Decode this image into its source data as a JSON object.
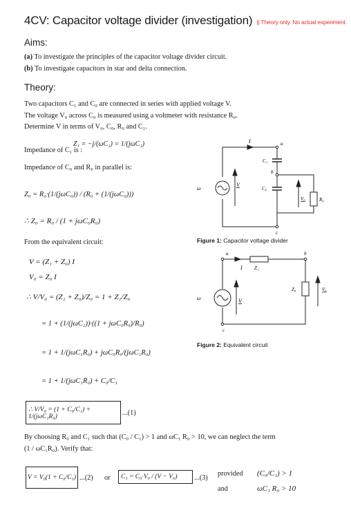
{
  "title": "4CV: Capacitor voltage divider (investigation)",
  "title_note": "|| Theory only.  No actual experiment.",
  "aims_heading": "Aims:",
  "aims": [
    {
      "tag": "(a)",
      "text": "To investigate the principles of the capacitor voltage divider circuit."
    },
    {
      "tag": "(b)",
      "text": "To investigate capacitors in star and delta connection."
    }
  ],
  "theory_heading": "Theory:",
  "theory_lines": [
    "Two capacitors C₁ and C₀ are connected in series with applied voltage V.",
    "The voltage V₀ across C₀ is measured using a voltmeter with resistance R₀.",
    "Determine V in terms of V₀, C₀, R₀ and C₁."
  ],
  "impedance_c1_label": "Impedance of C₁ is :",
  "impedance_c1_formula": "Z₁ = −j/(ωC₁) = 1/(jωC₁)",
  "impedance_parallel_label": "Impedance of C₀ and R₀ in parallel is:",
  "z0_formula_1": "Z₀ = R₀·(1/(jωC₀)) / (R₀ + (1/(jωC₀)))",
  "z0_formula_2": "∴ Z₀ = R₀ / (1 + jωC₀R₀)",
  "equiv_label": "From the equivalent circuit:",
  "derivation": [
    "V = (Z₁ + Z₀) I",
    "V₀ = Z₀ I",
    "∴ V/V₀ = (Z₁ + Z₀)/Z₀ = 1 + Z₁/Z₀",
    "= 1 + (1/(jωC₁))·((1 + jωC₀R₀)/R₀)",
    "= 1 + 1/(jωC₁R₀) + jωC₀R₀/(jωC₁R₀)",
    "= 1 + 1/(jωC₁R₀) + C₀/C₁"
  ],
  "eq1_formula": "∴ V/V₀ = (1 + C₀/C₁) + 1/(jωC₁R₀)",
  "eq1_tag": "...(1)",
  "neglect_text_1": "By choosing R₀ and C₁ such that (C₀ / C₁) > 1 and ωC₁ R₀ > 10, we can neglect the term",
  "neglect_text_2": "(1 / ωC₁R₀). Verify that:",
  "eq2_formula": "V = V₀(1 + C₀/C₁)",
  "eq2_tag": "...(2)",
  "or_text": "or",
  "eq3_formula": "C₁ = C₀·V₀ / (V − V₀)",
  "eq3_tag": "...(3)",
  "provided_text": "provided",
  "and_text": "and",
  "cond1": "(C₀/C₁) > 1",
  "cond2": "ωC₁ R₀ > 10",
  "fig1": {
    "label": "Figure 1:",
    "caption": "Capacitor voltage divider",
    "node_a": "a",
    "node_b": "b",
    "node_c": "c",
    "current": "I",
    "omega": "ω",
    "v_label": "V",
    "c1_label": "C₁",
    "c0_label": "C₀",
    "v0_label": "V₀",
    "r0_label": "R₀"
  },
  "fig2": {
    "label": "Figure 2:",
    "caption": "Equivalent circuit",
    "node_a": "a",
    "node_b": "b",
    "node_c": "c",
    "current": "I",
    "omega": "ω",
    "v_label": "V",
    "z1_label": "Z₁",
    "z0_label": "Z₀",
    "v0_label": "V₀"
  }
}
